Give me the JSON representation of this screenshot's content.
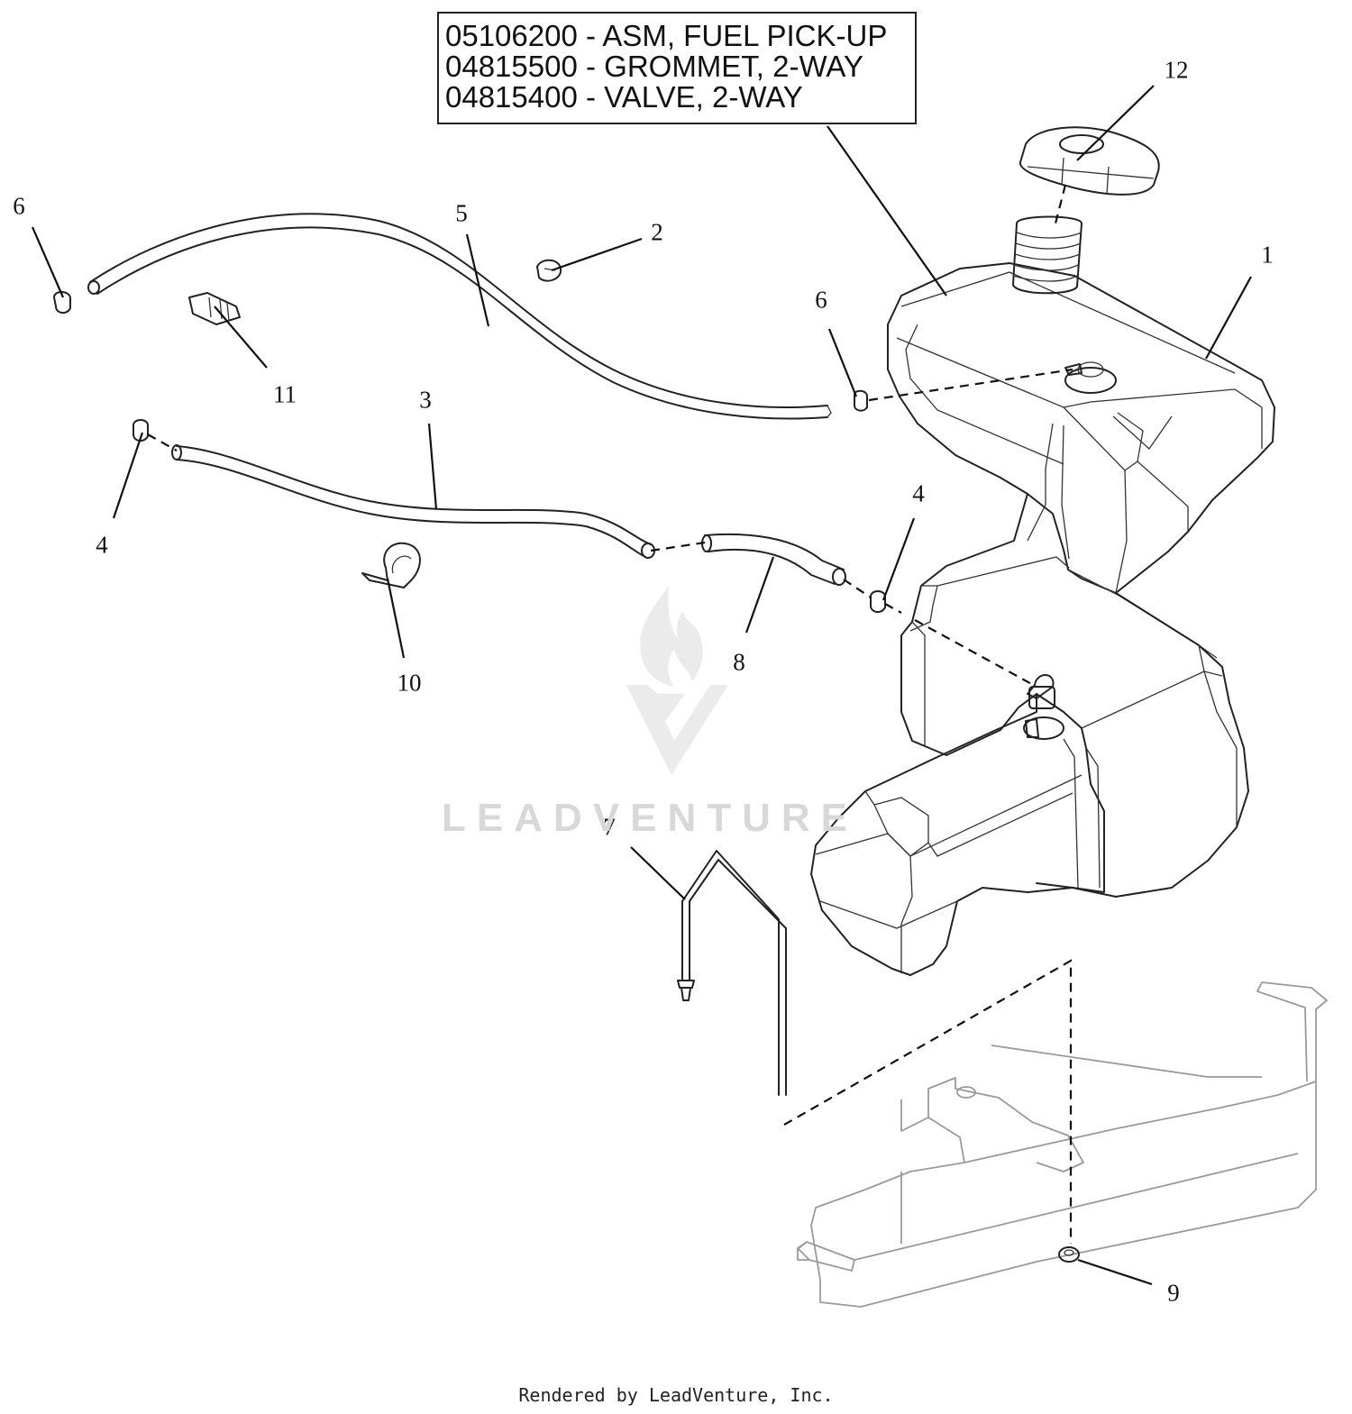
{
  "legend": {
    "lines": [
      "05106200 - ASM, FUEL PICK-UP",
      "04815500 - GROMMET, 2-WAY",
      "04815400 - VALVE, 2-WAY"
    ]
  },
  "callouts": {
    "c1": "1",
    "c2": "2",
    "c3": "3",
    "c4a": "4",
    "c4b": "4",
    "c5": "5",
    "c6a": "6",
    "c6b": "6",
    "c7": "7",
    "c8": "8",
    "c9": "9",
    "c10": "10",
    "c11": "11",
    "c12": "12"
  },
  "watermark": {
    "text": "LEADVENTURE"
  },
  "footer": {
    "text": "Rendered by LeadVenture, Inc."
  }
}
